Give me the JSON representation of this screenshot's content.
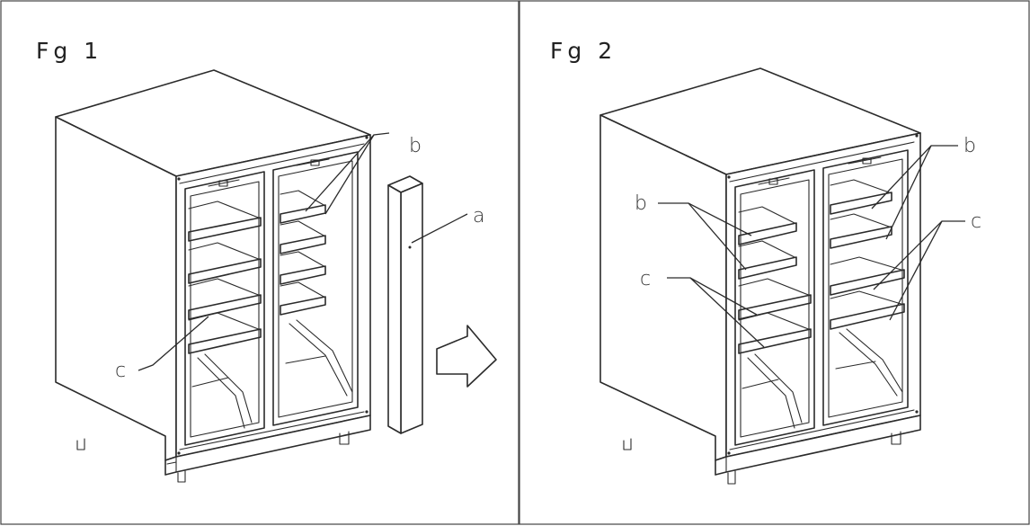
{
  "figures": [
    {
      "title": "Fg 1"
    },
    {
      "title": "Fg 2"
    }
  ],
  "callouts": {
    "fig1": {
      "b": "b",
      "a": "a",
      "c": "c"
    },
    "fig2": {
      "b_left": "b",
      "b_right": "b",
      "c_left": "c",
      "c_right": "c"
    }
  }
}
